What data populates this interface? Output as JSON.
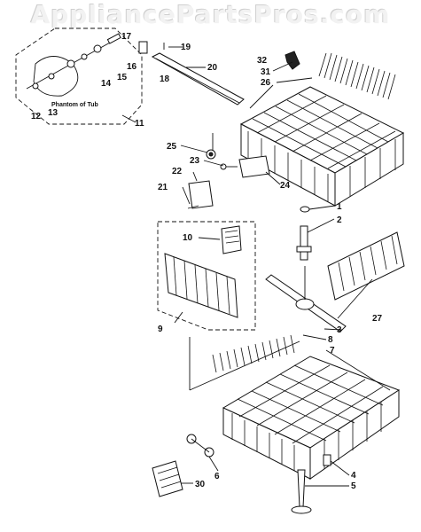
{
  "watermark": "AppliancePartsPros.com",
  "phantom_label": "Phantom of Tub",
  "callouts": {
    "p1": "1",
    "p2": "2",
    "p3": "3",
    "p4": "4",
    "p5": "5",
    "p6": "6",
    "p7": "7",
    "p8": "8",
    "p9": "9",
    "p10": "10",
    "p11": "11",
    "p12": "12",
    "p13": "13",
    "p14": "14",
    "p15": "15",
    "p16": "16",
    "p17": "17",
    "p18": "18",
    "p19": "19",
    "p20": "20",
    "p21": "21",
    "p22": "22",
    "p23": "23",
    "p24": "24",
    "p25": "25",
    "p26": "26",
    "p27": "27",
    "p30": "30",
    "p31": "31",
    "p32": "32"
  }
}
